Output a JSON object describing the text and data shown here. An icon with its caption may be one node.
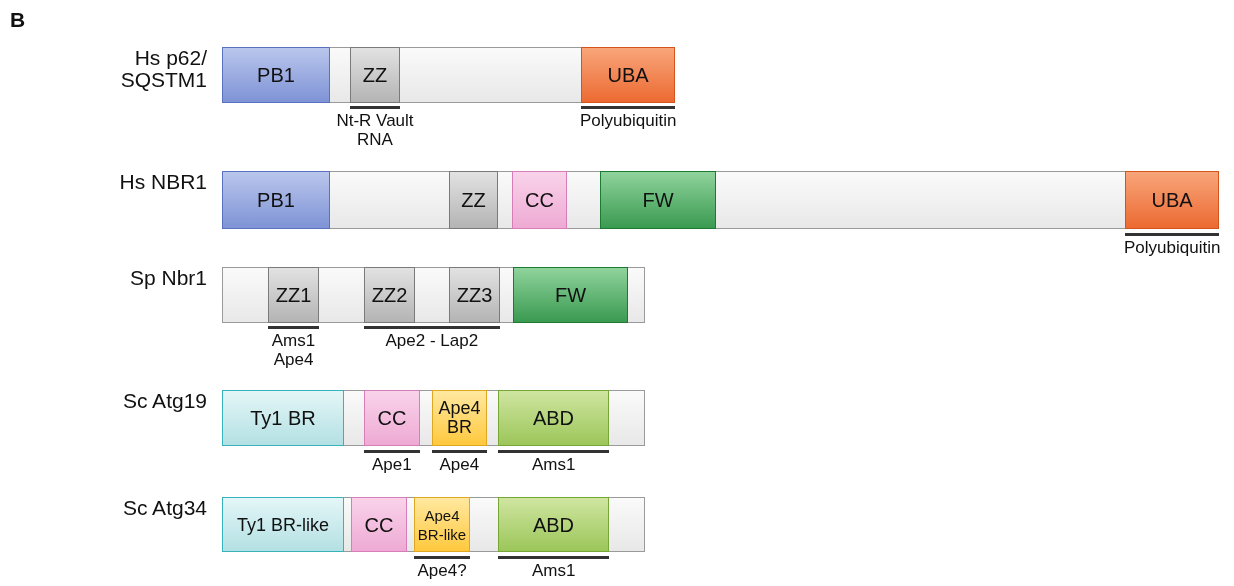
{
  "diagram": {
    "nodes": [
      {
        "text": [
          "Hs p62/ SQSTM1"
        ]
      },
      {
        "text": [
          "PB1"
        ],
        "in": 0
      },
      {
        "text": [
          "ZZ"
        ],
        "in": 0
      },
      {
        "text": [
          "UBA"
        ],
        "in": 0
      },
      {
        "text": [
          "Hs NBR1"
        ]
      },
      {
        "text": [
          "PB1"
        ],
        "in": 4
      },
      {
        "text": [
          "ZZ"
        ],
        "in": 4
      },
      {
        "text": [
          "CC"
        ],
        "in": 4
      },
      {
        "text": [
          "FW"
        ],
        "in": 4
      },
      {
        "text": [
          "UBA"
        ],
        "in": 4
      },
      {
        "text": [
          "Sp Nbr1"
        ]
      },
      {
        "text": [
          "ZZ1"
        ],
        "in": 10
      },
      {
        "text": [
          "ZZ2"
        ],
        "in": 10
      },
      {
        "text": [
          "ZZ3"
        ],
        "in": 10
      },
      {
        "text": [
          "FW"
        ],
        "in": 10
      },
      {
        "text": [
          "Sc Atg19"
        ]
      },
      {
        "text": [
          "Ty1 BR"
        ],
        "in": 15
      },
      {
        "text": [
          "CC"
        ],
        "in": 15
      },
      {
        "text": [
          "Ape4 BR"
        ],
        "in": 15
      },
      {
        "text": [
          "ABD"
        ],
        "in": 15
      },
      {
        "text": [
          "Sc Atg34"
        ]
      },
      {
        "text": [
          "Ty1 BR-like"
        ],
        "in": 20
      },
      {
        "text": [
          "CC"
        ],
        "in": 20
      },
      {
        "text": [
          "Ape4 BR-like"
        ],
        "in": 20
      },
      {
        "text": [
          "ABD"
        ],
        "in": 20
      }
    ],
    "edges": [],
    "labels": [
      "B",
      "Nt-R Vault RNA",
      "Polyubiquitin",
      "Polyubiquitin",
      "Ams1 Ape4",
      "Ape2 - Lap2",
      "Ape1",
      "Ape4",
      "Ams1",
      "Ape4?",
      "Ams1"
    ]
  }
}
